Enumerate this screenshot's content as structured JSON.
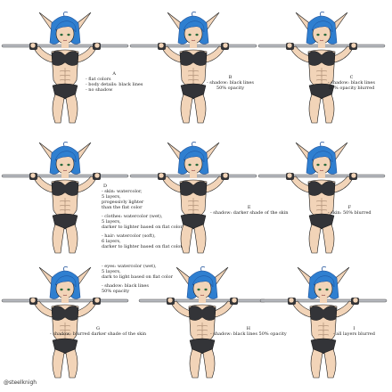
{
  "panels": [
    {
      "letter": "A",
      "lines": [
        "- flat colors",
        "- body details: black lines",
        "- no shadow"
      ]
    },
    {
      "letter": "B",
      "lines": [
        "- shadow: black lines",
        "50% opacity"
      ]
    },
    {
      "letter": "C",
      "lines": [
        "- shadow: black lines",
        "50% opacity blurred"
      ]
    },
    {
      "letter": "D",
      "groups": [
        [
          "- skin: watercolor,",
          "5 layers,",
          "progessivly lighter",
          "than the flat color"
        ],
        [
          "- clothes: watercolor (wet),",
          "5 layers,",
          "darker to lighter based on flat color"
        ],
        [
          "- hair: watercolor (soft),",
          "6 layers,",
          "darker to lighter based on flat color"
        ],
        [
          "- eyes: watercolor (wet),",
          "5 layers,",
          "dark to light based on flat color"
        ],
        [
          "- shadow: black lines",
          "50% opacity"
        ]
      ]
    },
    {
      "letter": "E",
      "lines": [
        "- shadow: darker shade of the skin"
      ]
    },
    {
      "letter": "F",
      "lines": [
        "- skin: 50% blurred"
      ]
    },
    {
      "letter": "G",
      "lines": [
        "- shadow: blurred darker shade of the skin"
      ]
    },
    {
      "letter": "H",
      "lines": [
        "- shadow: black lines 50% opacity"
      ]
    },
    {
      "letter": "I",
      "lines": [
        "- all layers blurred"
      ]
    }
  ],
  "credit": "@steelknigh",
  "colors": {
    "hair": "#2f7fd0",
    "hair_dark": "#1b4f9a",
    "skin": "#f2d4b8",
    "skin_shadow": "#d8a985",
    "clothing": "#333438",
    "bar": "#b9bcc2",
    "outline": "#1a1a1a"
  }
}
